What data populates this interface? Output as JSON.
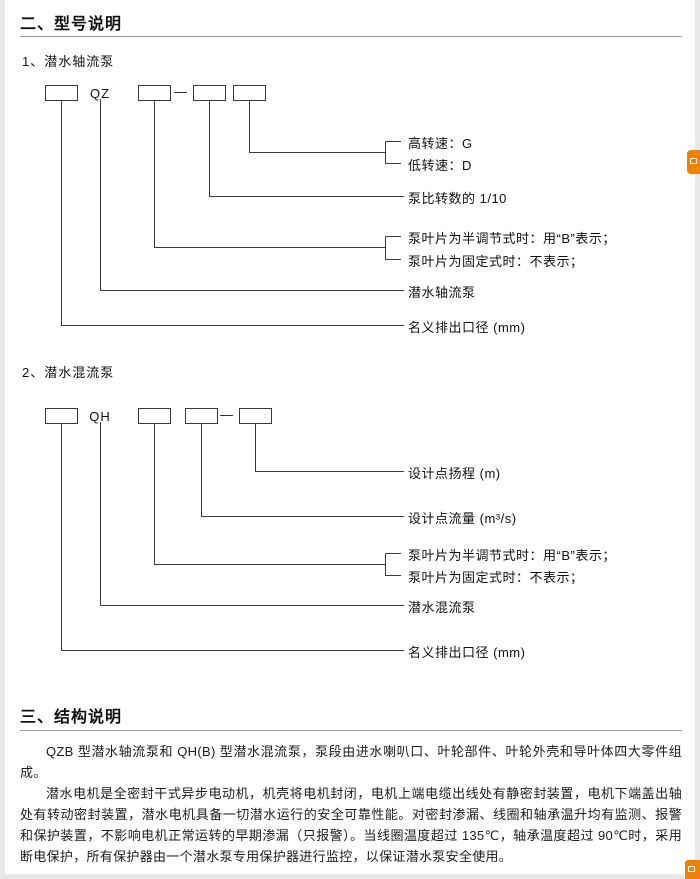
{
  "sections": {
    "model": {
      "title": "二、型号说明"
    },
    "structure": {
      "title": "三、结构说明"
    }
  },
  "axial": {
    "subtitle": "1、潜水轴流泵",
    "code": "QZ",
    "dash": "—",
    "labels": {
      "high_speed": "高转速：G",
      "low_speed": "低转速：D",
      "specific_speed": "泵比转数的 1/10",
      "blade_adjustable": "泵叶片为半调节式时：用“B”表示；",
      "blade_fixed": "泵叶片为固定式时：不表示；",
      "pump_name": "潜水轴流泵",
      "outlet": "名义排出口径 (mm)"
    }
  },
  "mixed": {
    "subtitle": "2、潜水混流泵",
    "code": "QH",
    "dash": "—",
    "labels": {
      "design_head": "设计点扬程 (m)",
      "design_flow": "设计点流量 (m³/s)",
      "blade_adjustable": "泵叶片为半调节式时：用“B”表示；",
      "blade_fixed": "泵叶片为固定式时：不表示；",
      "pump_name": "潜水混流泵",
      "outlet": "名义排出口径 (mm)"
    }
  },
  "structure_text": {
    "para1": "QZB 型潜水轴流泵和 QH(B) 型潜水混流泵，泵段由进水喇叭口、叶轮部件、叶轮外壳和导叶体四大零件组成。",
    "para2": "潜水电机是全密封干式异步电动机，机壳将电机封闭，电机上端电缆出线处有静密封装置，电机下端盖出轴处有转动密封装置，潜水电机具备一切潜水运行的安全可靠性能。对密封渗漏、线圈和轴承温升均有监测、报警和保护装置，不影响电机正常运转的早期渗漏（只报警）。当线圈温度超过 135℃，轴承温度超过 90℃时，采用断电保护，所有保护器由一个潜水泵专用保护器进行监控，以保证潜水泵安全使用。"
  },
  "colors": {
    "accent_orange": "#f08200",
    "line": "#3a3a3a"
  },
  "icons": {
    "side_button": "cart-icon",
    "corner_button": "cart-icon"
  }
}
